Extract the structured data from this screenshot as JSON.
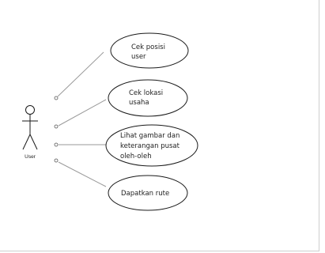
{
  "actor": {
    "label": "User"
  },
  "use_cases": [
    {
      "id": "cek-posisi-user",
      "lines": [
        "Cek posisi",
        "user"
      ]
    },
    {
      "id": "cek-lokasi-usaha",
      "lines": [
        "Cek lokasi",
        "usaha"
      ]
    },
    {
      "id": "lihat-gambar-dan-keterangan",
      "lines": [
        "Lihat gambar dan",
        "keterangan pusat",
        "oleh-oleh"
      ]
    },
    {
      "id": "dapatkan-rute",
      "lines": [
        "Dapatkan rute"
      ]
    }
  ],
  "colors": {
    "stroke": "#1a1a1a",
    "line": "#9a9a9a",
    "frame": "#cfcfcf"
  }
}
